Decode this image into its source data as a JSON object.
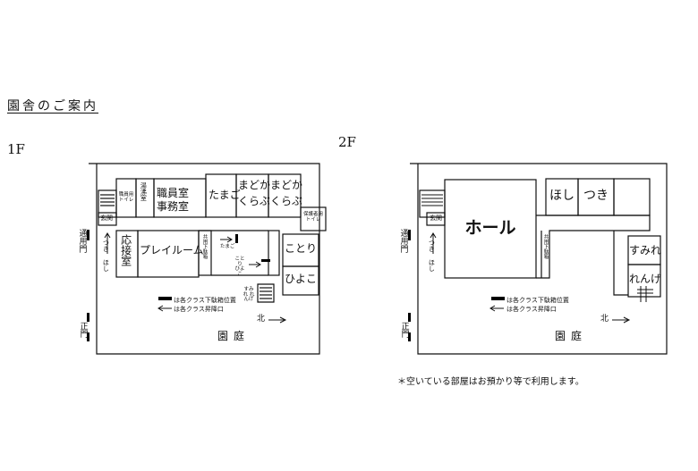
{
  "heading": "園舎のご案内",
  "floor1": {
    "label": "1F",
    "rooms": {
      "shokuin_toilet": "職員用トイレ",
      "yuyoku": "湯沸室",
      "shokuinshitsu": "職員室",
      "jimushitsu": "事務室",
      "tamago": "たまご",
      "madoka_kurabu_1": "まどか",
      "madoka_kurabu_1b": "くらぶ",
      "madoka_kurabu_2": "まどか",
      "madoka_kurabu_2b": "くらぶ",
      "hogosha_toilet": "保護者用トイレ",
      "genkan": "玄関",
      "tsukihoshi": "つき ほし",
      "ousetsu": "応接室",
      "playroom": "プレイルーム",
      "shoe": "共用下駄箱",
      "tamago_small": "たまご",
      "kotori_hiyoko_small": "ことり ひよこ",
      "kotori": "ことり",
      "hiyoko": "ひよこ",
      "sumire_renge_small": "すみれ れんげ"
    },
    "legend": {
      "shoe_position": "は各クラス下駄箱位置",
      "entrance": "は各クラス昇降口"
    },
    "gates": {
      "tsuyo": "通用門",
      "sei": "正門"
    },
    "north": "北",
    "garden": "園庭"
  },
  "floor2": {
    "label": "2F",
    "rooms": {
      "genkan": "玄関",
      "tsukihoshi": "つき ほし",
      "hall": "ホール",
      "hoshi": "ほし",
      "tsuki": "つき",
      "sumire": "すみれ",
      "renge": "れんげ",
      "shoe": "共用下駄箱"
    },
    "legend": {
      "shoe_position": "は各クラス下駄箱位置",
      "entrance": "は各クラス昇降口"
    },
    "gates": {
      "tsuyo": "通用門",
      "sei": "正門"
    },
    "north": "北",
    "garden": "園庭"
  },
  "note": "＊空いている部屋はお預かり等で利用します。",
  "colors": {
    "line": "#111111",
    "background": "#ffffff"
  }
}
